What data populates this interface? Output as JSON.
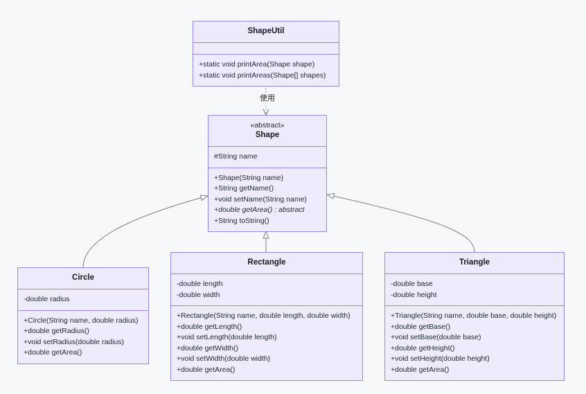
{
  "diagram": {
    "kind": "uml-class-diagram",
    "background_color": "#f7f8fa",
    "box_fill_color": "#ecebfb",
    "box_border_color": "#9a86e0",
    "edge_color": "#7b7b86",
    "text_color": "#1f2430"
  },
  "classes": {
    "shapeutil": {
      "name": "ShapeUtil",
      "attributes": [],
      "operations": [
        "+static void printArea(Shape shape)",
        "+static void printAreas(Shape[] shapes)"
      ]
    },
    "shape": {
      "stereotype": "«abstract»",
      "name": "Shape",
      "attributes": [
        "#String name"
      ],
      "operations": [
        "+Shape(String name)",
        "+String getName()",
        "+void setName(String name)",
        "+double getArea() : abstract",
        "+String toString()"
      ]
    },
    "circle": {
      "name": "Circle",
      "attributes": [
        "-double radius"
      ],
      "operations": [
        "+Circle(String name, double radius)",
        "+double getRadius()",
        "+void setRadius(double radius)",
        "+double getArea()"
      ]
    },
    "rectangle": {
      "name": "Rectangle",
      "attributes": [
        "-double length",
        "-double width"
      ],
      "operations": [
        "+Rectangle(String name, double length, double width)",
        "+double getLength()",
        "+void setLength(double length)",
        "+double getWidth()",
        "+void setWidth(double width)",
        "+double getArea()"
      ]
    },
    "triangle": {
      "name": "Triangle",
      "attributes": [
        "-double base",
        "-double height"
      ],
      "operations": [
        "+Triangle(String name, double base, double height)",
        "+double getBase()",
        "+void setBase(double base)",
        "+double getHeight()",
        "+void setHeight(double height)",
        "+double getArea()"
      ]
    }
  },
  "relationships": {
    "dependency_label": "使用",
    "edges": [
      {
        "from": "ShapeUtil",
        "to": "Shape",
        "type": "dependency",
        "label": "使用"
      },
      {
        "from": "Circle",
        "to": "Shape",
        "type": "generalization",
        "label": ""
      },
      {
        "from": "Rectangle",
        "to": "Shape",
        "type": "generalization",
        "label": ""
      },
      {
        "from": "Triangle",
        "to": "Shape",
        "type": "generalization",
        "label": ""
      }
    ]
  }
}
